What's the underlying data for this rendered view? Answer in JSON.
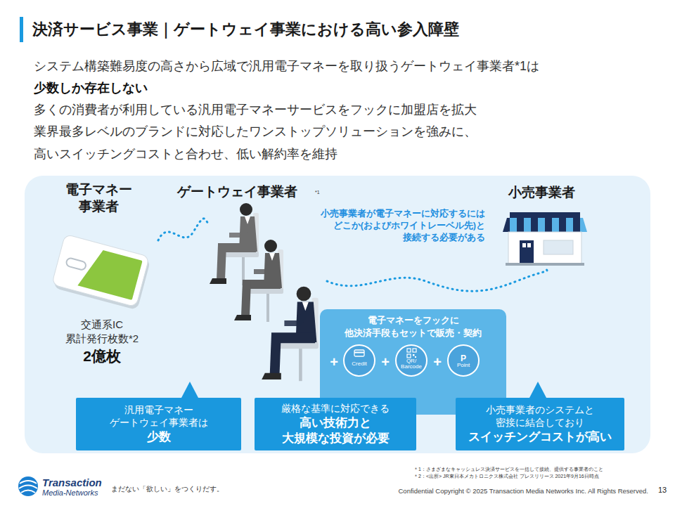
{
  "diagram": {
    "title": "決済サービス事業｜ゲートウェイ事業における高い参入障壁",
    "nodes": [
      {
        "text": [
          "電子マネー 事業者",
          "ゲートウェイ事業者",
          "*1",
          "小売事業者",
          "小売事業者が電子マネーに対応するには どこか(およびホワイトレーベル先)と 接続する必要がある",
          "交通系IC 累計発行枚数*2",
          "2億枚"
        ]
      },
      {
        "text": [
          "電子マネーをフックに 他決済手段もセットで販売・契約"
        ],
        "in": 0
      },
      {
        "text": [
          "Credit"
        ],
        "in": 1
      },
      {
        "text": [
          "QR/ Barcode"
        ],
        "in": 1
      },
      {
        "text": [
          "P",
          "Point"
        ],
        "in": 1
      },
      {
        "text": [
          "汎用電子マネー ゲートウェイ事業者は",
          "少数"
        ],
        "in": 0
      },
      {
        "text": [
          "厳格な基準に対応できる",
          "高い技術力と 大規模な投資が必要"
        ],
        "in": 0
      },
      {
        "text": [
          "小売事業者のシステムと 密接に結合しており",
          "スイッチングコストが高い"
        ],
        "in": 0
      }
    ],
    "labels": [
      "システム構築難易度の高さから広域で汎用電子マネーを取り扱うゲートウェイ事業者*1は",
      "少数しか存在しない",
      "多くの消費者が利用している汎用電子マネーサービスをフックに加盟店を拡大",
      "業界最多レベルのブランドに対応したワンストップソリューションを強みに、",
      "高いスイッチングコストと合わせ、低い解約率を維持",
      "+",
      "+",
      "+",
      "＊1：さまざまなキャッシュレス決済サービスを一括して接続、提供する事業者のこと",
      "＊2：<出所> JR東日本メカトロニクス株式会社 プレスリリース 2021年9月16日時点",
      "Transaction",
      "Media-Networks",
      "まだない「欲しい」をつくりだす。",
      "Confidential Copyright © 2025 Transaction Media Networks Inc. All Rights Reserved.",
      "13"
    ]
  }
}
